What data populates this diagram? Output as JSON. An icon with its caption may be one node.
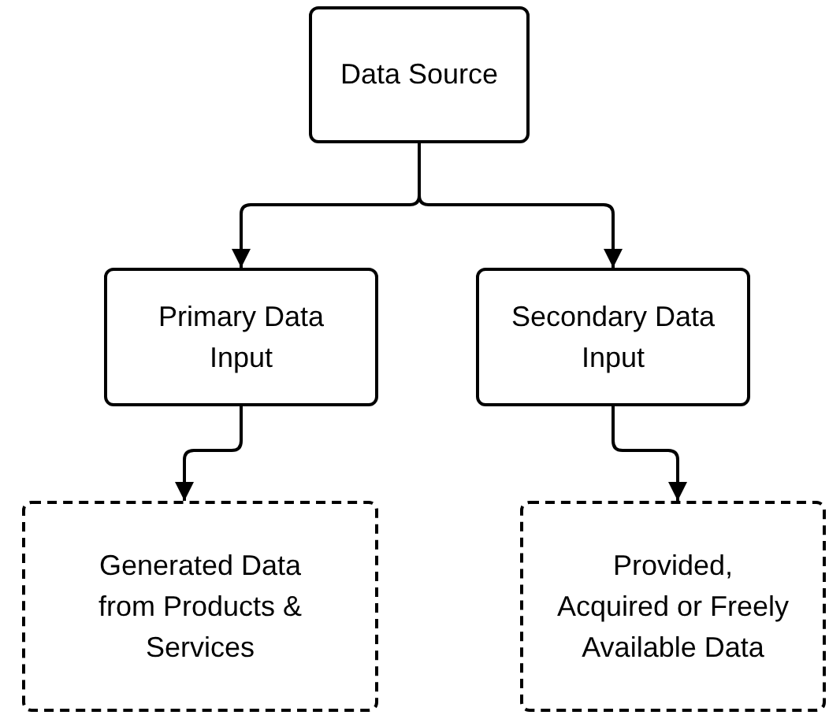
{
  "diagram": {
    "nodes": [
      {
        "text": [
          "Data Source"
        ]
      },
      {
        "text": [
          "Primary Data Input"
        ]
      },
      {
        "text": [
          "Secondary Data Input"
        ]
      },
      {
        "text": [
          "Generated Data from Products & Services"
        ]
      },
      {
        "text": [
          "Provided, Acquired or Freely Available Data"
        ]
      }
    ],
    "edges": [
      {
        "from": 0,
        "to": 1,
        "arrow": "to"
      },
      {
        "from": 0,
        "to": 2,
        "arrow": "to"
      },
      {
        "from": 1,
        "to": 3,
        "arrow": "to"
      },
      {
        "from": 2,
        "to": 4,
        "arrow": "to"
      }
    ]
  }
}
